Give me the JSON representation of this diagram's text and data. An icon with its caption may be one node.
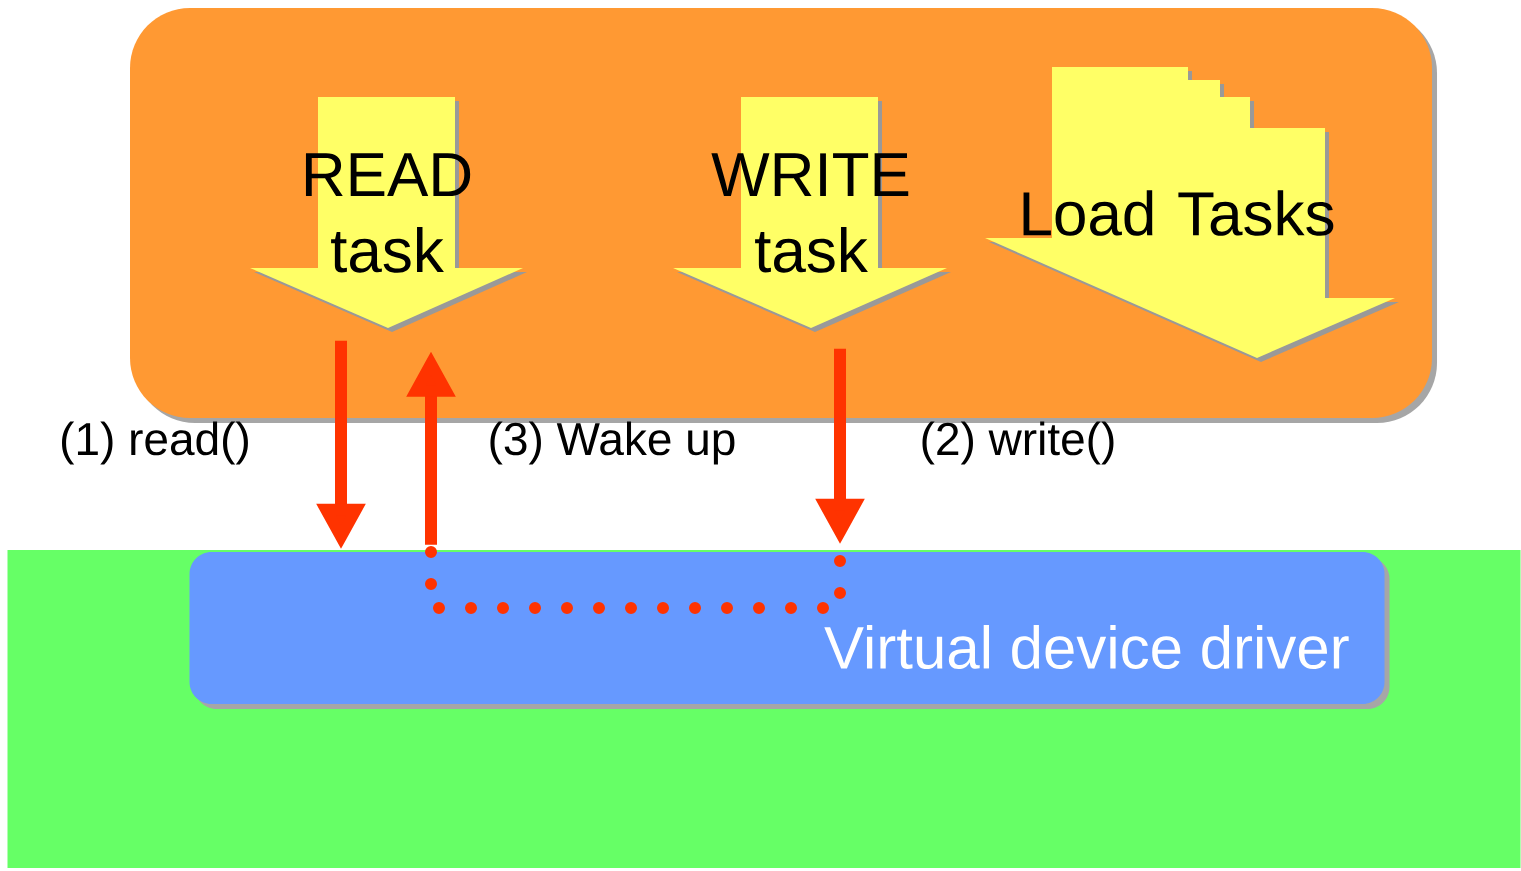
{
  "diagram": {
    "nodes": [
      {
        "text": [],
        "shape": "box"
      },
      {
        "text": [
          "READ task"
        ],
        "in": 0
      },
      {
        "text": [
          "WRITE task"
        ],
        "in": 0
      },
      {
        "text": [
          "Load Tasks"
        ],
        "in": 0
      },
      {
        "text": [],
        "shape": "band"
      },
      {
        "text": [
          "Virtual device driver"
        ],
        "in": 4
      }
    ],
    "edges": [
      {
        "from": 1,
        "to": 5,
        "arrow": "to",
        "label": "(1) read()"
      },
      {
        "from": 5,
        "to": 1,
        "arrow": "to",
        "label": "(3) Wake up"
      },
      {
        "from": 2,
        "to": 5,
        "arrow": "to",
        "label": "(2) write()"
      }
    ]
  }
}
